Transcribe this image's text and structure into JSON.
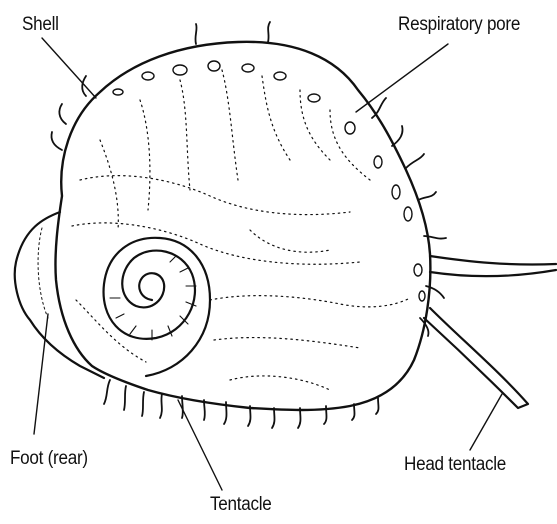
{
  "labels": {
    "shell": "Shell",
    "respiratory_pore": "Respiratory pore",
    "foot_rear": "Foot (rear)",
    "head_tentacle": "Head tentacle",
    "tentacle": "Tentacle"
  },
  "colors": {
    "ink": "#111111",
    "background": "#ffffff"
  }
}
